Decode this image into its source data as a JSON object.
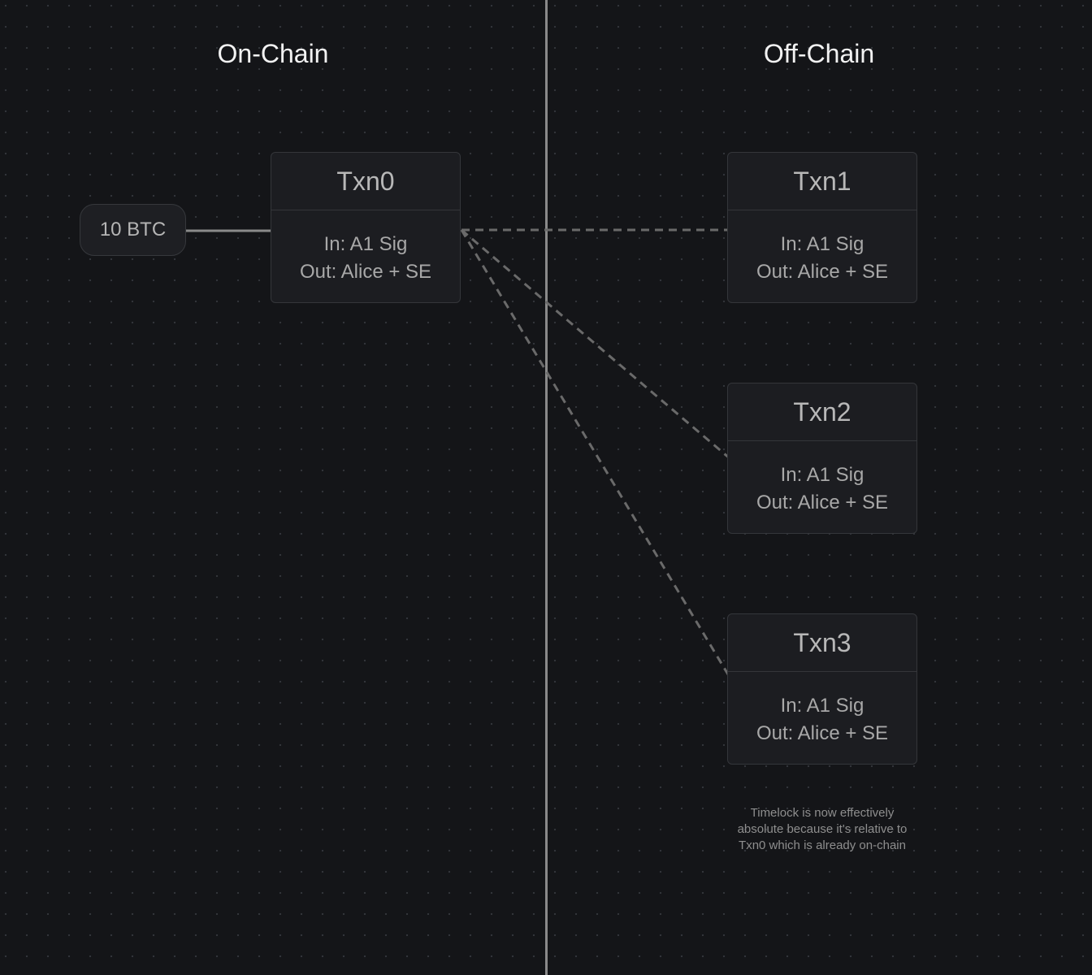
{
  "sections": {
    "on_chain": "On-Chain",
    "off_chain": "Off-Chain"
  },
  "input": {
    "amount": "10 BTC"
  },
  "transactions": [
    {
      "name": "Txn0",
      "input": "In: A1 Sig",
      "output": "Out: Alice + SE"
    },
    {
      "name": "Txn1",
      "input": "In: A1 Sig",
      "output": "Out: Alice + SE"
    },
    {
      "name": "Txn2",
      "input": "In: A1 Sig",
      "output": "Out: Alice + SE"
    },
    {
      "name": "Txn3",
      "input": "In: A1 Sig",
      "output": "Out: Alice + SE"
    }
  ],
  "note": "Timelock is now effectively absolute because it's relative to Txn0 which is already on-chain"
}
